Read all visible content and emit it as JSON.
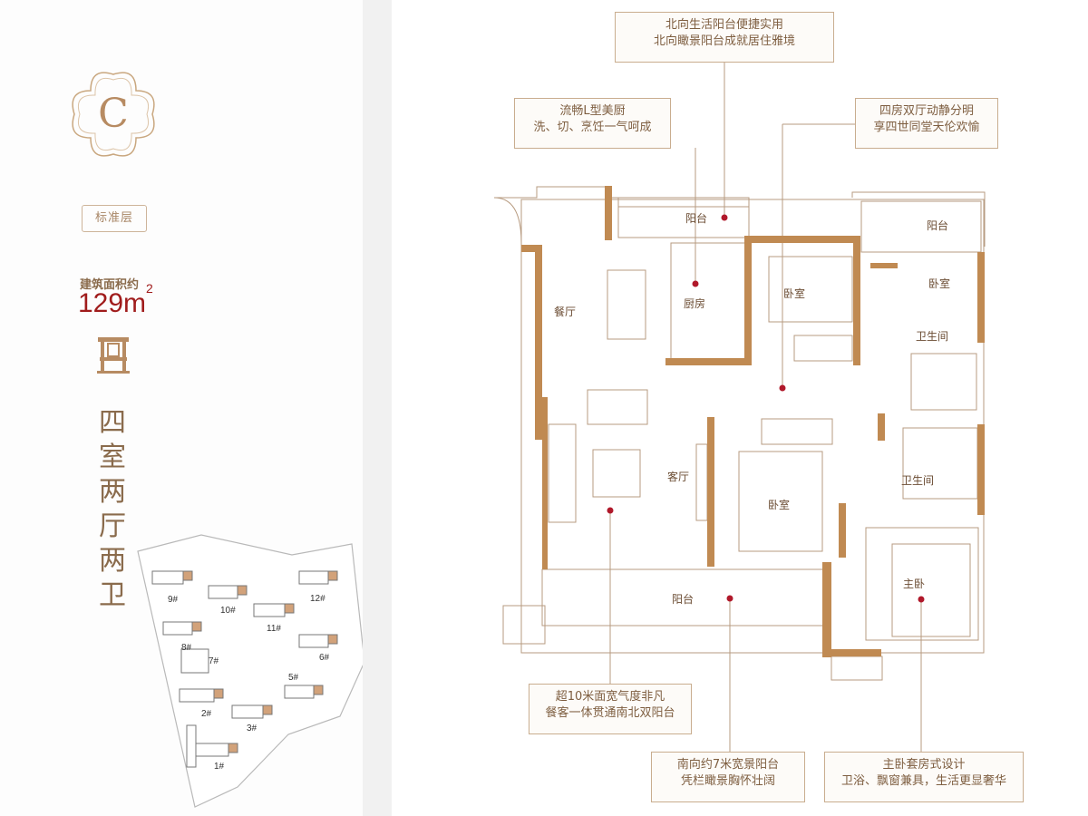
{
  "unit": {
    "letter": "C",
    "floor_type": "标准层",
    "area_label": "建筑面积约",
    "area_value": "129m",
    "area_unit_exp": "2",
    "layout_title": [
      "四",
      "室",
      "两",
      "厅",
      "两",
      "卫"
    ]
  },
  "site_plan": {
    "buildings": [
      "9#",
      "10#",
      "11#",
      "12#",
      "8#",
      "7#",
      "6#",
      "5#",
      "2#",
      "3#",
      "1#"
    ]
  },
  "notes": {
    "north_balcony": [
      "北向生活阳台便捷实用",
      "北向瞰景阳台成就居住雅境"
    ],
    "kitchen": [
      "流畅L型美厨",
      "洗、切、烹饪一气呵成"
    ],
    "four_rooms": [
      "四房双厅动静分明",
      "享四世同堂天伦欢愉"
    ],
    "width": [
      "超10米面宽气度非凡",
      "餐客一体贯通南北双阳台"
    ],
    "south_balcony": [
      "南向约7米宽景阳台",
      "凭栏瞰景胸怀壮阔"
    ],
    "master_suite": [
      "主卧套房式设计",
      "卫浴、飘窗兼具，生活更显奢华"
    ]
  },
  "rooms": {
    "balcony_north_1": "阳台",
    "balcony_north_2": "阳台",
    "dining": "餐厅",
    "kitchen": "厨房",
    "bedroom_1": "卧室",
    "bedroom_2": "卧室",
    "bath_1": "卫生间",
    "living": "客厅",
    "bedroom_3": "卧室",
    "bath_2": "卫生间",
    "master": "主卧",
    "balcony_south": "阳台"
  },
  "colors": {
    "wall": "#c08a52",
    "line": "#b79b80",
    "marker": "#b0182a",
    "text": "#7e5e40"
  }
}
